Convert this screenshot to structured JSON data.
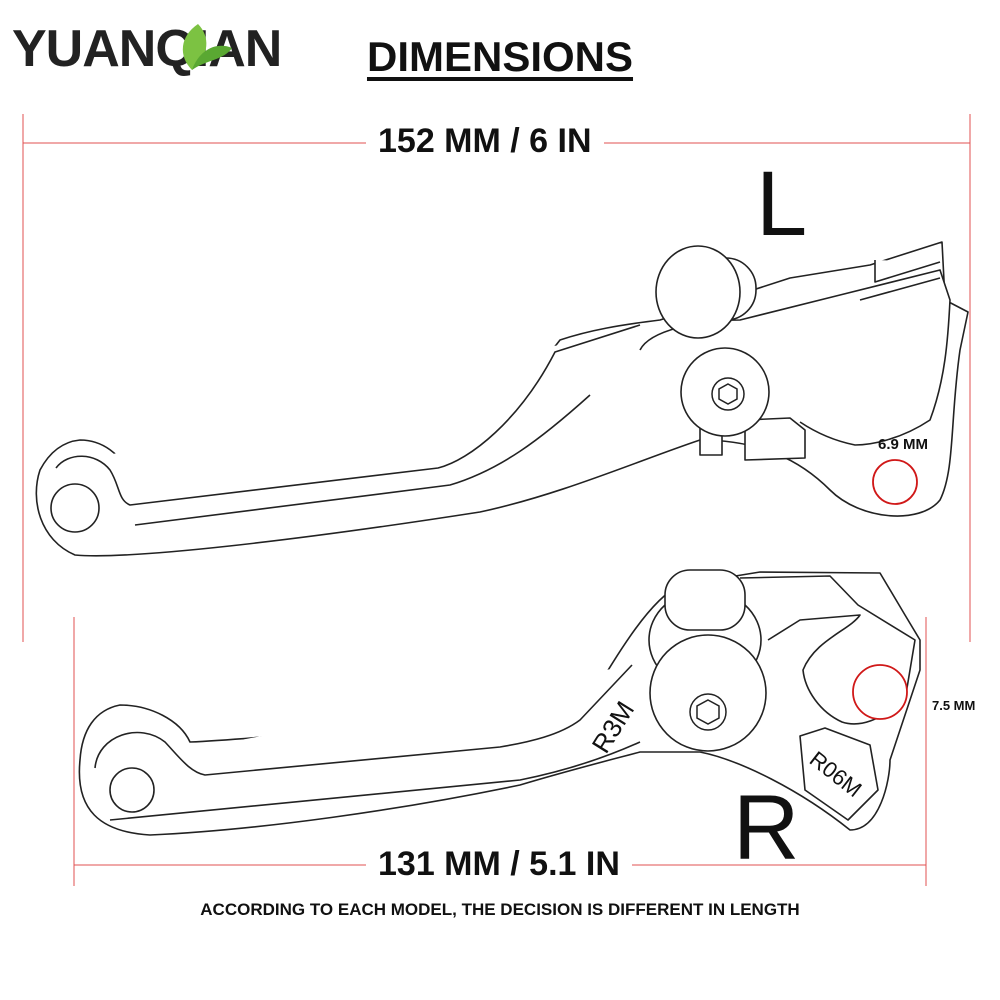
{
  "brand": {
    "logo_text": "YUANQIAN"
  },
  "heading": "DIMENSIONS",
  "left_lever": {
    "side_label": "L",
    "length_label": "152 MM / 6 IN",
    "hole_label": "6.9 MM"
  },
  "right_lever": {
    "side_label": "R",
    "length_label": "131 MM / 5.1 IN",
    "hole_label": "7.5 MM",
    "engraving_arm": "R3M",
    "engraving_tab": "R06M"
  },
  "footer_note": "ACCORDING TO EACH MODEL, THE DECISION IS DIFFERENT IN LENGTH",
  "colors": {
    "dimension_line": "#e05050",
    "hole_ring": "#d01818",
    "logo_dark": "#222222",
    "logo_leaf": "#7cc242"
  }
}
